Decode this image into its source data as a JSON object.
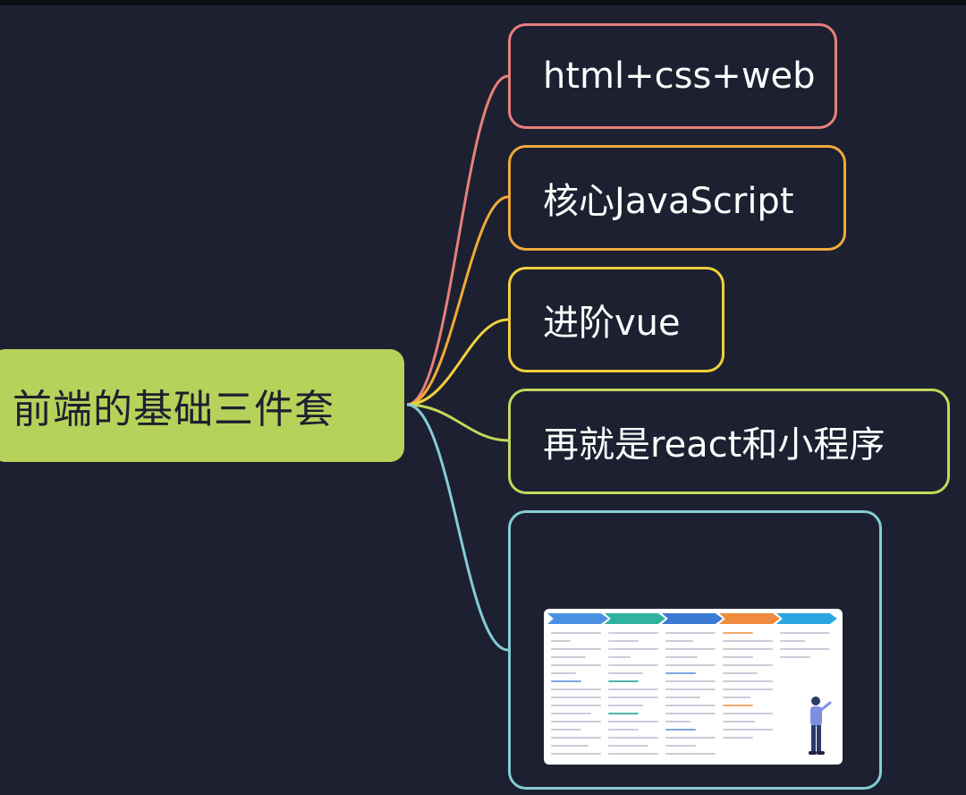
{
  "root": {
    "label": "前端的基础三件套"
  },
  "branches": [
    {
      "label": "html+css+web",
      "color": "#e7807a"
    },
    {
      "label": "核心JavaScript",
      "color": "#f0aa3a"
    },
    {
      "label": "进阶vue",
      "color": "#f1d03c"
    },
    {
      "label": "再就是react和小程序",
      "color": "#c6d65a"
    },
    {
      "label": "",
      "color": "#84ccd6"
    }
  ],
  "thumbnail": {
    "step_colors": [
      "#4a90e2",
      "#2fb3a0",
      "#3a7bd5",
      "#f08a3e",
      "#2aa6e0"
    ]
  }
}
